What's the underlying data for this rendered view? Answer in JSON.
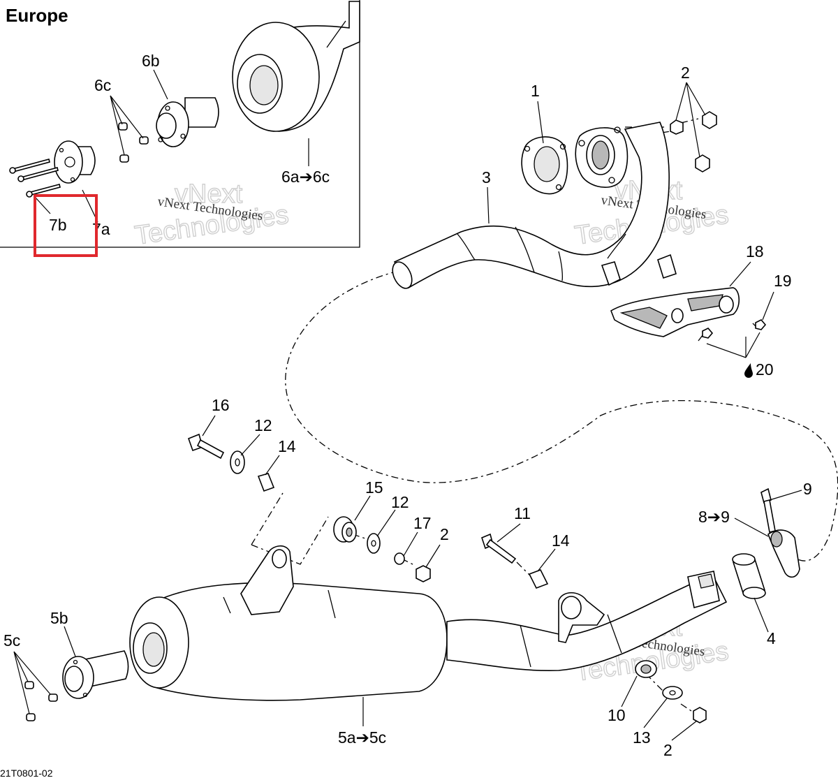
{
  "inset": {
    "title": "Europe",
    "labels": {
      "p6b": "6b",
      "p6c": "6c",
      "p6a_6c": "6a➔6c",
      "p7b": "7b",
      "p7a": "7a"
    }
  },
  "labels": {
    "p1": "1",
    "p2_top": "2",
    "p3": "3",
    "p18": "18",
    "p19": "19",
    "p20": "20",
    "p16": "16",
    "p12_a": "12",
    "p14_a": "14",
    "p15": "15",
    "p12_b": "12",
    "p17": "17",
    "p2_mid": "2",
    "p11": "11",
    "p14_b": "14",
    "p9": "9",
    "p8_9": "8➔9",
    "p4": "4",
    "p5c": "5c",
    "p5b": "5b",
    "p5a_5c": "5a➔5c",
    "p10": "10",
    "p13": "13",
    "p2_bottom": "2"
  },
  "watermark": {
    "company": "vNext Technologies",
    "big_line1": "vNext",
    "big_line2": "Technologies"
  },
  "drawing_code": "21T0801-02",
  "highlight": {
    "target": "7b",
    "color": "#e0282d"
  },
  "icons": {
    "p20_prefix": "oil-drop-icon"
  }
}
